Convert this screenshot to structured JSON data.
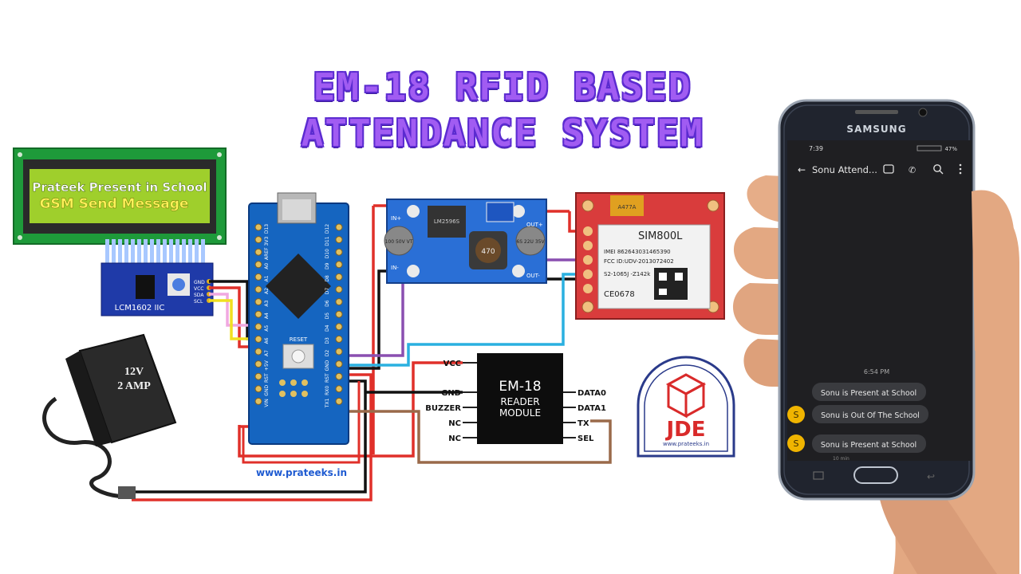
{
  "title": {
    "line1": "EM-18 RFID BASED",
    "line2": "ATTENDANCE SYSTEM"
  },
  "lcd": {
    "line1": "Prateek Present in School",
    "line2": "GSM Send Message",
    "i2c_label": "LCM1602 IIC",
    "pins": [
      "GND",
      "VCC",
      "SDA",
      "SCL"
    ]
  },
  "adapter": {
    "line1": "12V",
    "line2": "2 AMP"
  },
  "arduino": {
    "top_pins": [
      "D13",
      "3V3",
      "AREF",
      "A0",
      "A1",
      "A2",
      "A3",
      "A4",
      "A5",
      "A6",
      "A7",
      "+5V",
      "RST",
      "GND",
      "VIN"
    ],
    "bottom_pins": [
      "D12",
      "D11",
      "D10",
      "D9",
      "D8",
      "D7",
      "D6",
      "D5",
      "D4",
      "D3",
      "D2",
      "GND",
      "RST",
      "RX0",
      "TX1"
    ],
    "reset_label": "RESET"
  },
  "buck": {
    "in_plus": "IN+",
    "in_minus": "IN-",
    "out_plus": "OUT+",
    "out_minus": "OUT-",
    "chip": "LM2596S",
    "inductor": "470",
    "cap_left": "100 50V VT",
    "cap_right": "6S 22U 35V"
  },
  "sim": {
    "model": "SIM800L",
    "imei": "IMEI 862643031465390",
    "fcc": "FCC ID:UDV-2013072402",
    "sn": "S2-1065J -Z142k",
    "ce": "CE0678",
    "chip": "A477A"
  },
  "em18": {
    "line1": "EM-18",
    "line2": "READER",
    "line3": "MODULE",
    "left_pins": [
      "VCC",
      "GND",
      "BUZZER",
      "NC",
      "NC"
    ],
    "right_pins": [
      "DATA0",
      "DATA1",
      "TX",
      "SEL"
    ]
  },
  "website": "www.prateeks.in",
  "logo": {
    "text": "JDE",
    "url": "www.prateeks.in"
  },
  "phone": {
    "brand": "SAMSUNG",
    "time": "7:39",
    "battery": "47%",
    "chat_title": "Sonu Attend...",
    "timestamp": "6:54 PM",
    "avatar_letter": "S",
    "messages": [
      "Sonu is Present at School",
      "Sonu is Out Of The School",
      "Sonu is Present at School"
    ],
    "sub_time": "10 min"
  },
  "colors": {
    "title_fill": "#a15cf2",
    "title_outline": "#5b2bd0",
    "arduino_blue": "#1565c0",
    "sim_red": "#d93c3c",
    "lcd_green": "#9fcf2c",
    "buck_blue": "#2a6fd6"
  }
}
